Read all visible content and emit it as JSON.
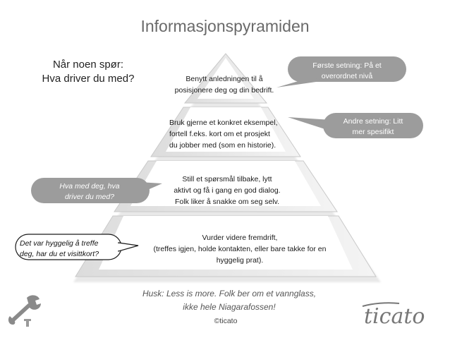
{
  "title": "Informasjonspyramiden",
  "question": {
    "line1": "Når noen spør:",
    "line2": "Hva driver du med?"
  },
  "tiers": [
    {
      "lines": [
        "Benytt anledningen til å",
        "posisjonere deg og din bedrift."
      ]
    },
    {
      "lines": [
        "Bruk gjerne et konkret eksempel,",
        "fortell f.eks. kort om et prosjekt",
        "du jobber med (som en historie)."
      ]
    },
    {
      "lines": [
        "Still et spørsmål tilbake, lytt",
        "aktivt og få i gang en god dialog.",
        "Folk liker å snakke om seg selv."
      ]
    },
    {
      "lines": [
        "Vurder videre fremdrift,",
        "(treffes igjen, holde kontakten, eller bare takke for en",
        "hyggelig prat)."
      ]
    }
  ],
  "callouts": {
    "first": [
      "Første setning: På et",
      "overordnet nivå"
    ],
    "second": [
      "Andre setning: Litt",
      "mer spesifikt"
    ],
    "ask_back": [
      "Hva med deg, hva",
      "driver du med?"
    ],
    "closing": [
      "Det var hyggelig å treffe",
      "deg, har du et visittkort?"
    ]
  },
  "footer": {
    "line1": "Husk: Less is more. Folk ber om et vannglass,",
    "line2": "ikke hele Niagarafossen!"
  },
  "copyright": "©ticato",
  "logo_text": "ticato",
  "icons": [
    "wrench-icon",
    "screw-icon"
  ],
  "colors": {
    "callout_fill": "#9c9c9c",
    "pyramid_front": "#ffffff",
    "pyramid_side": "#e4e4e4",
    "pyramid_edge": "#c8c8c8",
    "title": "#6a6a6a"
  }
}
